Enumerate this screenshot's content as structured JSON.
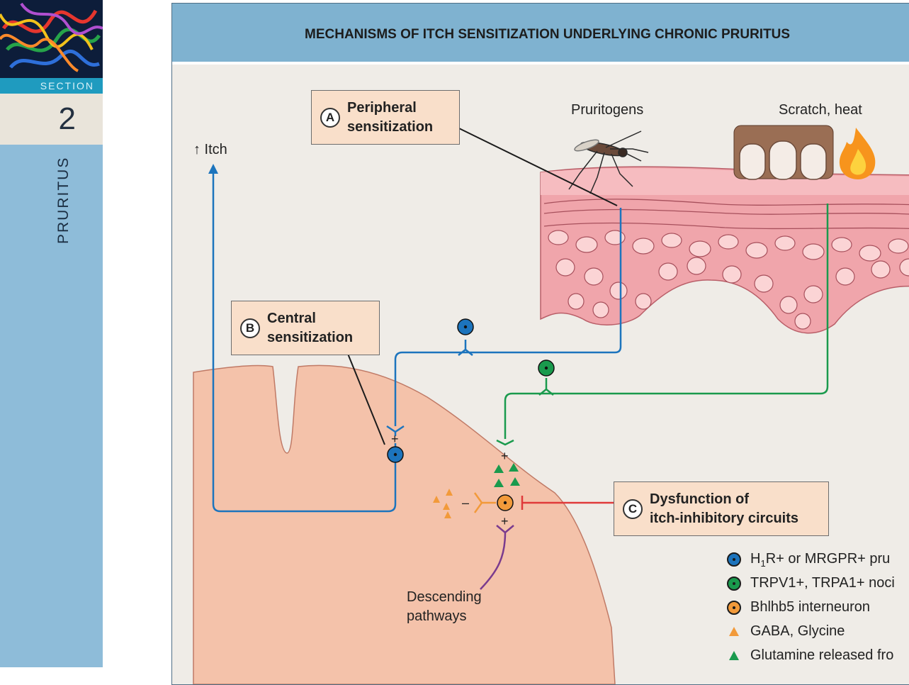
{
  "sidebar": {
    "section_label": "SECTION",
    "section_number": "2",
    "topic": "PRURITUS"
  },
  "figure": {
    "title": "MECHANISMS OF ITCH SENSITIZATION UNDERLYING CHRONIC PRURITUS",
    "labels": {
      "itch": "↑ Itch",
      "pruritogens": "Pruritogens",
      "scratch_heat": "Scratch, heat",
      "descending": "Descending\npathways"
    },
    "callouts": [
      {
        "badge": "A",
        "text": "Peripheral\nsensitization"
      },
      {
        "badge": "B",
        "text": "Central\nsensitization"
      },
      {
        "badge": "C",
        "text": "Dysfunction of\nitch-inhibitory circuits"
      }
    ],
    "signs": {
      "plus": "+",
      "minus": "–"
    },
    "legend": [
      {
        "prefix": "H",
        "sub": "1",
        "text": "R+ or MRGPR+ pru",
        "color": "#1c74bd",
        "icon": "circle"
      },
      {
        "text": "TRPV1+, TRPA1+ noci",
        "color": "#1a9a4d",
        "icon": "circle"
      },
      {
        "text": "Bhlhb5 interneuron",
        "color": "#f29a3a",
        "icon": "circle"
      },
      {
        "text": "GABA, Glycine",
        "color": "#f29a3a",
        "icon": "triangle"
      },
      {
        "text": "Glutamine released fro",
        "color": "#1a9a4d",
        "icon": "triangle"
      }
    ],
    "colors": {
      "pruriceptor": "#1c74bd",
      "nociceptor": "#1a9a4d",
      "interneuron": "#f29a3a",
      "inhibition": "#e03a3a",
      "descending": "#7a3b8e",
      "spinal_cord": "#f4c2aa",
      "skin": "#f0a5ab"
    }
  }
}
